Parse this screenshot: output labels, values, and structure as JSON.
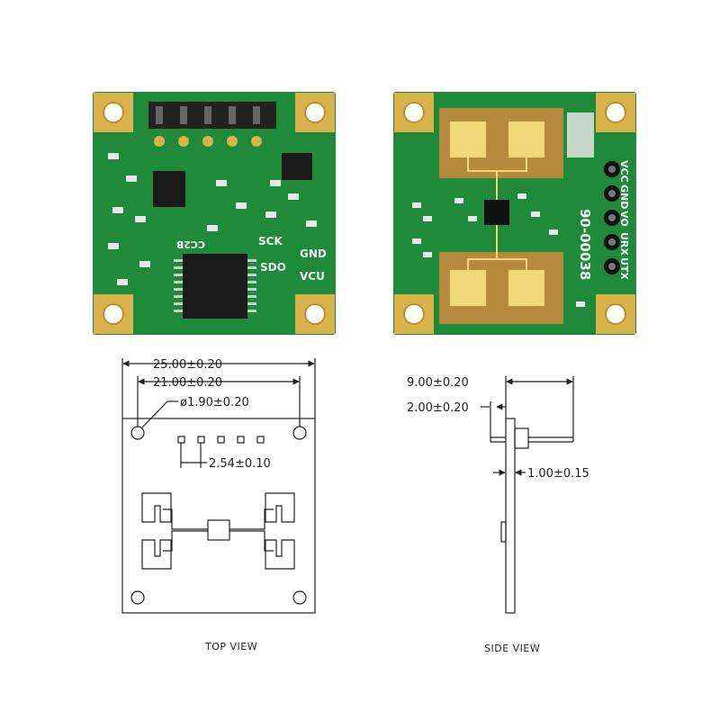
{
  "front_board": {
    "chip_marking": "CC2B",
    "pin_labels": [
      "SCK",
      "GND",
      "SDO",
      "VCU"
    ]
  },
  "back_board": {
    "pin_labels": [
      "VCC",
      "GND",
      "VO",
      "URX",
      "UTX"
    ],
    "part_number": "90-00038"
  },
  "top_view": {
    "caption": "TOP VIEW",
    "dimensions": {
      "overall_width": "25.00±0.20",
      "hole_spacing": "21.00±0.20",
      "hole_diameter": "ø1.90±0.20",
      "pin_pitch": "2.54±0.10"
    }
  },
  "side_view": {
    "caption": "SIDE VIEW",
    "dimensions": {
      "pin_length": "9.00±0.20",
      "pin_offset": "2.00±0.20",
      "board_thickness": "1.00±0.15"
    }
  },
  "colors": {
    "pcb_green": "#1f8a3a",
    "gold": "#d9b24a",
    "copper": "#b58a3c",
    "header_black": "#222222"
  }
}
